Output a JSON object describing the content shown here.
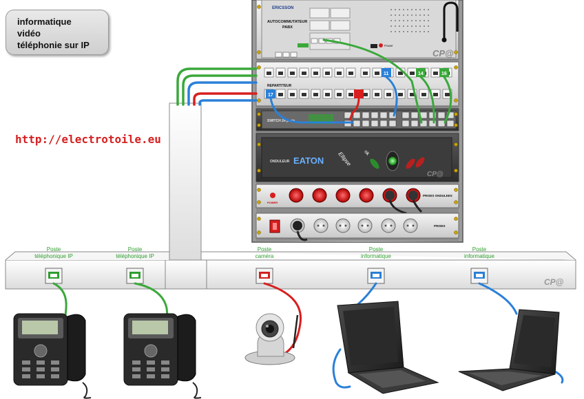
{
  "legend": {
    "line1": "informatique",
    "line2": "vidéo",
    "line3": "téléphonie sur IP"
  },
  "url": "http://electrotoile.eu",
  "rack": {
    "pabx_brand": "ERICSSON",
    "pabx_title": "AUTOCOMMUTATEUR",
    "pabx_sub": "PABX",
    "power": "Power",
    "patch_title": "REPARTITEUR",
    "switch_title": "SWITCH 24 ports",
    "ups_title": "ONDULEUR",
    "ups_brand": "EATON",
    "ups_model": "Ellipse",
    "ups_ok": "ok",
    "ups_sockets_title": "PRISES ONDULEES",
    "power_btn": "POWER",
    "sockets_title": "PRISES",
    "port_17": "17",
    "port_11": "11",
    "port_14": "14",
    "port_16": "16",
    "watermark": "CP@"
  },
  "trunk_watermark": "CP@",
  "outlets": [
    {
      "label_line1": "Poste",
      "label_line2": "téléphonique IP",
      "color": "#2e9e2e"
    },
    {
      "label_line1": "Poste",
      "label_line2": "téléphonique IP",
      "color": "#2e9e2e"
    },
    {
      "label_line1": "Poste",
      "label_line2": "caméra",
      "color": "#d42020"
    },
    {
      "label_line1": "Poste",
      "label_line2": "informatique",
      "color": "#2a7fd4"
    },
    {
      "label_line1": "Poste",
      "label_line2": "informatique",
      "color": "#2a7fd4"
    }
  ],
  "colors": {
    "green": "#3aa83a",
    "blue": "#2a80d8",
    "red": "#d81e1e",
    "trunk": "#f2f2f2"
  }
}
